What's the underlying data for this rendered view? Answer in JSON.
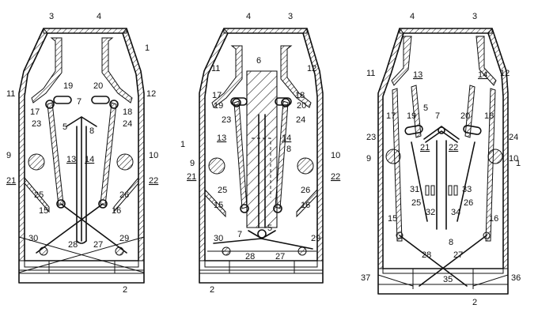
{
  "figures": [
    {
      "labels": [
        "3",
        "4",
        "1",
        "11",
        "12",
        "19",
        "20",
        "7",
        "17",
        "18",
        "5",
        "8",
        "23",
        "24",
        "9",
        "10",
        "13",
        "14",
        "21",
        "22",
        "25",
        "26",
        "15",
        "16",
        "30",
        "29",
        "28",
        "27",
        "2"
      ]
    },
    {
      "labels": [
        "4",
        "3",
        "6",
        "11",
        "12",
        "17",
        "18",
        "19",
        "20",
        "23",
        "24",
        "1",
        "13",
        "14",
        "8",
        "9",
        "10",
        "21",
        "22",
        "25",
        "26",
        "15",
        "16",
        "7",
        "5",
        "30",
        "29",
        "28",
        "27",
        "2"
      ]
    },
    {
      "labels": [
        "4",
        "3",
        "11",
        "12",
        "13",
        "14",
        "5",
        "7",
        "17",
        "19",
        "20",
        "18",
        "23",
        "24",
        "21",
        "22",
        "9",
        "10",
        "1",
        "31",
        "33",
        "25",
        "26",
        "32",
        "34",
        "15",
        "16",
        "8",
        "28",
        "27",
        "37",
        "35",
        "36",
        "2"
      ]
    }
  ]
}
